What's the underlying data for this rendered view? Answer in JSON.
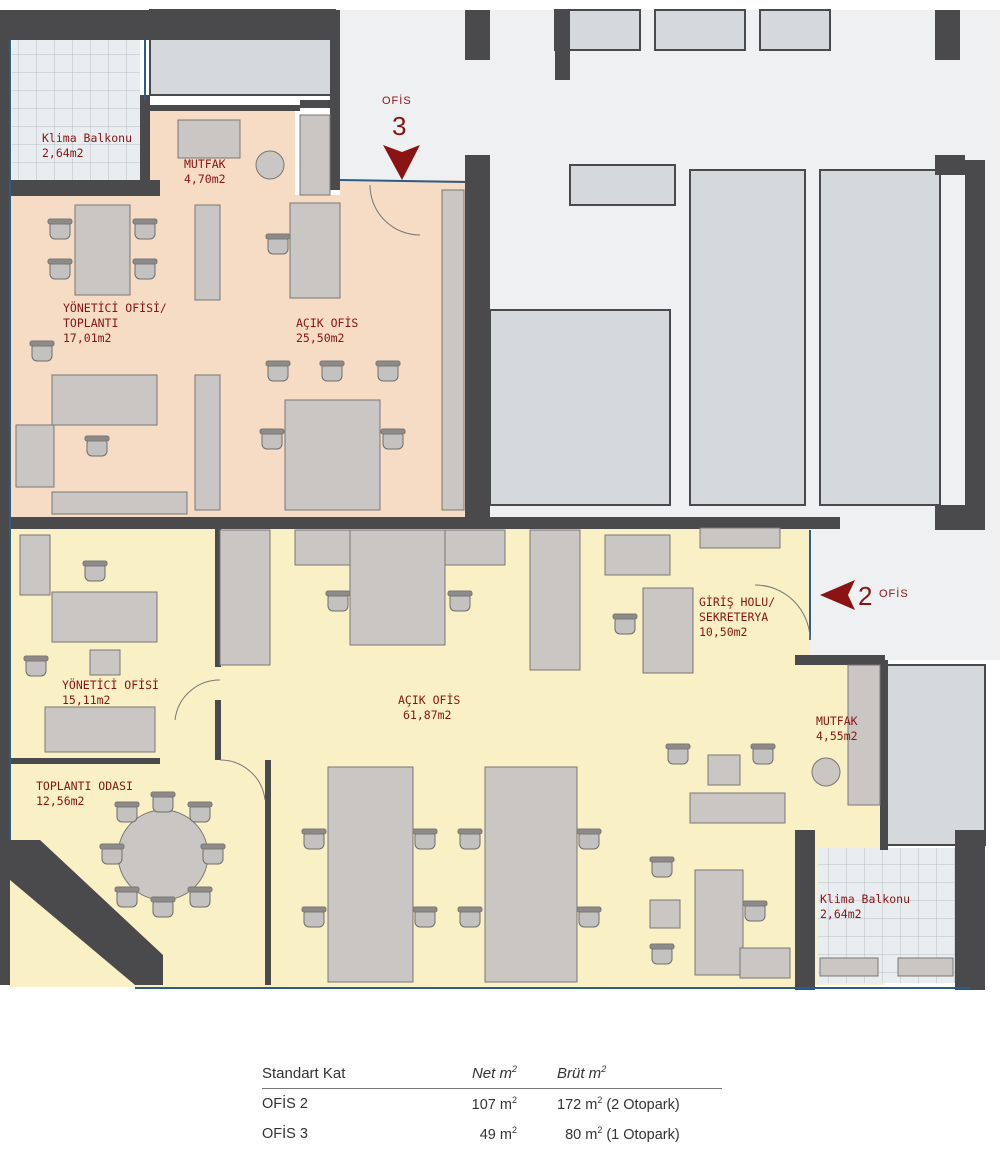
{
  "floor_plan": {
    "rooms": [
      {
        "id": "klima-balkonu-top",
        "name": "Klima Balkonu",
        "area": "2,64m2"
      },
      {
        "id": "mutfak-3",
        "name": "MUTFAK",
        "area": "4,70m2"
      },
      {
        "id": "yonetici-toplanti",
        "name": "YÖNETİCİ OFİSİ/",
        "name2": "TOPLANTI",
        "area": "17,01m2"
      },
      {
        "id": "acik-ofis-3",
        "name": "AÇIK OFİS",
        "area": "25,50m2"
      },
      {
        "id": "giris-holu",
        "name": "GİRİŞ HOLU/",
        "name2": "SEKRETERYA",
        "area": "10,50m2"
      },
      {
        "id": "yonetici-ofisi",
        "name": "YÖNETİCİ OFİSİ",
        "area": "15,11m2"
      },
      {
        "id": "acik-ofis-2",
        "name": "AÇIK OFİS",
        "area": "61,87m2"
      },
      {
        "id": "toplanti-odasi",
        "name": "TOPLANTI ODASI",
        "area": "12,56m2"
      },
      {
        "id": "mutfak-2",
        "name": "MUTFAK",
        "area": "4,55m2"
      },
      {
        "id": "klima-balkonu-bottom",
        "name": "Klima Balkonu",
        "area": "2,64m2"
      }
    ],
    "entrances": {
      "ofis3": {
        "label": "OFİS",
        "number": "3"
      },
      "ofis2": {
        "label": "OFİS",
        "number": "2"
      }
    },
    "colors": {
      "ofis3_fill": "#f6dbc5",
      "ofis2_fill": "#faf0c6",
      "wall": "#4a4a4c",
      "core_block": "#d6d9dc",
      "corridor": "#eef0f1",
      "furniture": "#c9c6c3",
      "label": "#8a1414"
    }
  },
  "area_table": {
    "headers": {
      "name": "Standart Kat",
      "net": "Net m",
      "brut": "Brüt m",
      "sup": "2"
    },
    "rows": [
      {
        "name": "OFİS 2",
        "net": "107 m",
        "brut": "172 m",
        "brut_note": " (2 Otopark)"
      },
      {
        "name": "OFİS 3",
        "net": "49 m",
        "brut": "80 m",
        "brut_note": " (1 Otopark)"
      }
    ]
  }
}
